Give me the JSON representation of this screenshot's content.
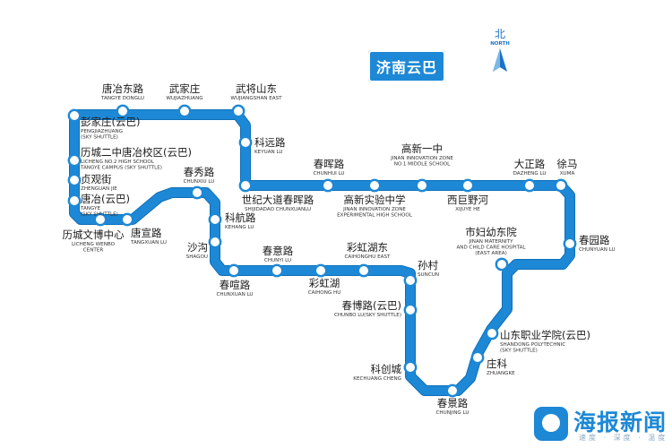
{
  "map_title": "济南云巴",
  "north": {
    "zh": "北",
    "en": "NORTH"
  },
  "colors": {
    "route": "#1d88d6",
    "title_bg": "#1d88d6",
    "logo": "#1d88d6"
  },
  "stations": [
    {
      "id": "tangyedonglu",
      "zh": "唐冶东路",
      "en": [
        "TANGYE DONGLU"
      ]
    },
    {
      "id": "wujiazhuang",
      "zh": "武家庄",
      "en": [
        "WUJIAZHUANG"
      ]
    },
    {
      "id": "wujiangshandong",
      "zh": "武将山东",
      "en": [
        "WUJIANGSHAN EAST"
      ]
    },
    {
      "id": "pengjiazhuang",
      "zh": "彭家庄(云巴)",
      "en": [
        "PENGJIAZHUANG",
        "(SKY SHUTTLE)"
      ]
    },
    {
      "id": "keyuanlu",
      "zh": "科远路",
      "en": [
        "KEYUAN LU"
      ]
    },
    {
      "id": "lichengerzhong",
      "zh": "历城二中唐冶校区(云巴)",
      "en": [
        "LICHENG NO.2 HIGH SCHOOL",
        "TANGYE CAMPUS (SKY SHUTTLE)"
      ]
    },
    {
      "id": "zhenguanjie",
      "zh": "贞观街",
      "en": [
        "ZHENGUAN JIE"
      ]
    },
    {
      "id": "tangye",
      "zh": "唐冶(云巴)",
      "en": [
        "TANGYE",
        "(SKY SHUTTLE)"
      ]
    },
    {
      "id": "wenbozhongxin",
      "zh": "历城文博中心",
      "en": [
        "LICHENG WENBO",
        "CENTER"
      ]
    },
    {
      "id": "tangxuanlu",
      "zh": "唐宣路",
      "en": [
        "TANGXUAN LU"
      ]
    },
    {
      "id": "chunxiulu",
      "zh": "春秀路",
      "en": [
        "CHUNXIU LU"
      ]
    },
    {
      "id": "kehanglu",
      "zh": "科航路",
      "en": [
        "KEHANG LU"
      ]
    },
    {
      "id": "shagou",
      "zh": "沙沟",
      "en": [
        "SHAGOU"
      ]
    },
    {
      "id": "chunxuanlu",
      "zh": "春喧路",
      "en": [
        "CHUNXUAN LU"
      ]
    },
    {
      "id": "chunyilu",
      "zh": "春意路",
      "en": [
        "CHUNYI LU"
      ]
    },
    {
      "id": "caihonghu",
      "zh": "彩虹湖",
      "en": [
        "CAIHONG HU"
      ]
    },
    {
      "id": "caihonghudong",
      "zh": "彩虹湖东",
      "en": [
        "CAIHONGHU EAST"
      ]
    },
    {
      "id": "shijidadao",
      "zh": "世纪大道春晖路",
      "en": [
        "SHIJIDADAO CHUNXUANLU"
      ]
    },
    {
      "id": "chunhuilu",
      "zh": "春晖路",
      "en": [
        "CHUNHUI LU"
      ]
    },
    {
      "id": "gaoxinshiyan",
      "zh": "高新实验中学",
      "en": [
        "JINAN INNOVATION ZONE",
        "EXPERIMENTAL HIGH SCHOOL"
      ]
    },
    {
      "id": "gaoxinyizhong",
      "zh": "高新一中",
      "en": [
        "JINAN INNOVATION ZONE",
        "NO.1 MIDDLE SCHOOL"
      ]
    },
    {
      "id": "xijuyehe",
      "zh": "西巨野河",
      "en": [
        "XIJUYE HE"
      ]
    },
    {
      "id": "dazhenglu",
      "zh": "大正路",
      "en": [
        "DAZHENG LU"
      ]
    },
    {
      "id": "xuma",
      "zh": "徐马",
      "en": [
        "XUMA"
      ]
    },
    {
      "id": "chunyuanlu",
      "zh": "春园路",
      "en": [
        "CHUNYUAN LU"
      ]
    },
    {
      "id": "fuyou",
      "zh": "市妇幼东院",
      "en": [
        "JINAN MATERNITY",
        "AND CHILD CARE HOSPITAL",
        "(EAST AREA)"
      ]
    },
    {
      "id": "suncun",
      "zh": "孙村",
      "en": [
        "SUNCUN"
      ]
    },
    {
      "id": "chunbolu",
      "zh": "春博路(云巴)",
      "en": [
        "CHUNBO LU(SKY SHUTTLE)"
      ]
    },
    {
      "id": "shandongzhiye",
      "zh": "山东职业学院(云巴)",
      "en": [
        "SHANDONG POLYTECHNIC",
        "(SKY SHUTTLE)"
      ]
    },
    {
      "id": "zhuangke",
      "zh": "庄科",
      "en": [
        "ZHUANGKE"
      ]
    },
    {
      "id": "kechuangcheng",
      "zh": "科创城",
      "en": [
        "KECHUANG CHENG"
      ]
    },
    {
      "id": "chunjinglu",
      "zh": "春景路",
      "en": [
        "CHUNJING LU"
      ]
    }
  ],
  "logo": {
    "name": "海报新闻",
    "tagline": "速度 · 深度 · 温度"
  }
}
